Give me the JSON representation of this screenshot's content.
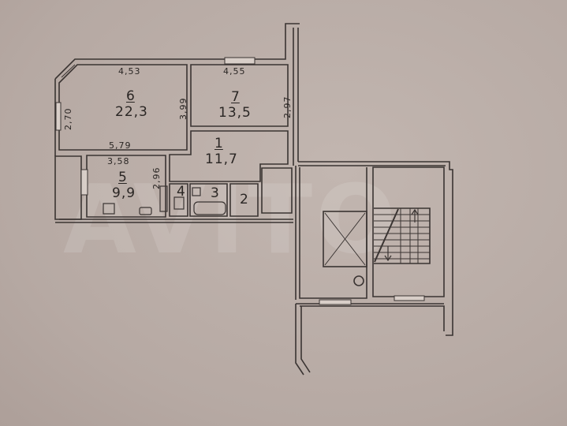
{
  "plan": {
    "watermark": "AVITO",
    "colors": {
      "background": "#b9aca6",
      "wall": "#3a3432",
      "wall_fill": "#c9beb8",
      "text": "#2a2624"
    },
    "rooms": [
      {
        "number": "6",
        "area": "22,3",
        "dims": {
          "top": "4,53",
          "left": "2,70",
          "right": "3,99",
          "bottom": "5,79"
        }
      },
      {
        "number": "7",
        "area": "13,5",
        "dims": {
          "top": "4,55",
          "right": "2,97"
        }
      },
      {
        "number": "1",
        "area": "11,7"
      },
      {
        "number": "5",
        "area": "9,9",
        "dims": {
          "top": "3,58",
          "right": "2,96"
        }
      },
      {
        "number": "4"
      },
      {
        "number": "3"
      },
      {
        "number": "2"
      }
    ],
    "stairwell": {
      "up_arrow": "arrow-up-icon",
      "down_arrow": "arrow-down-icon"
    },
    "elevator": {
      "icon": "elevator-shaft-icon"
    }
  }
}
